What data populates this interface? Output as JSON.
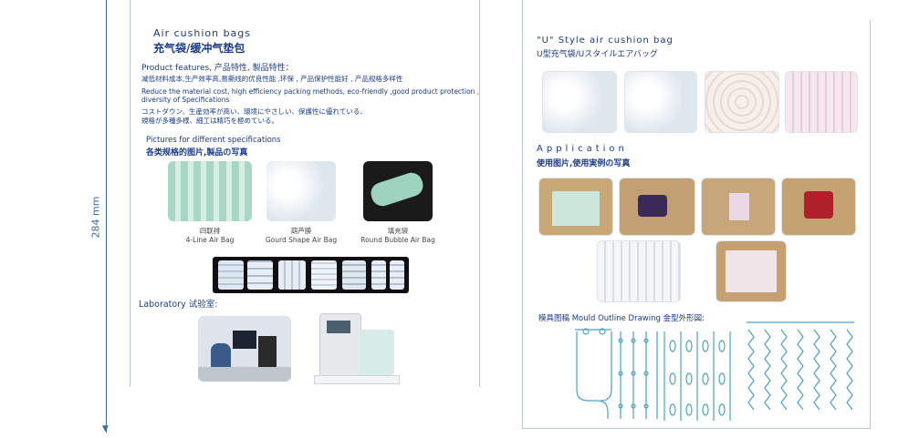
{
  "left_page": {
    "title_en": "Air cushion bags",
    "title_cn": "充气袋/缓冲气垫包",
    "features_heading": "Product features, 产品特性, 製品特性：",
    "features_cn": "减低材料成本,生产效率高,易撕线的优良性能 ,环保 , 产品保护性能好 , 产品规格多样性",
    "features_en_1": "Reduce the material cost, high efficiency packing methods, eco-friendly ,good product protection ,",
    "features_en_2": "diversity of Specifications",
    "features_jp_1": "コストダウン、生産効率が高い、環境にやさしい、保護性に優れている、",
    "features_jp_2": "規格が多種多様、細工は精巧を極めている。",
    "pictures_heading_en": "Pictures for different specifications",
    "pictures_heading_cn": "各类规格的图片,製品の写真",
    "specs": [
      {
        "cn": "四联排",
        "en": "4-Line Air Bag"
      },
      {
        "cn": "葫芦膜",
        "en": "Gourd Shape Air Bag"
      },
      {
        "cn": "填充袋",
        "en": "Round Bubble Air Bag"
      }
    ],
    "lab_heading": "Laboratory 试验室:"
  },
  "right_page": {
    "u_title": "\"U\" Style air cushion bag",
    "u_subtitle": "U型充气袋/Uスタイルエアバッグ",
    "app_title": "Application",
    "app_subtitle": "使用图片,使用実例の写真",
    "mould_heading": "模具图稿 Mould Outline Drawing 金型外形図:"
  },
  "dimension_label": "284 mm",
  "colors": {
    "accent": "#1a3a8a",
    "drawing": "#4aa4c4",
    "bag_green": "#a8d8c4"
  }
}
